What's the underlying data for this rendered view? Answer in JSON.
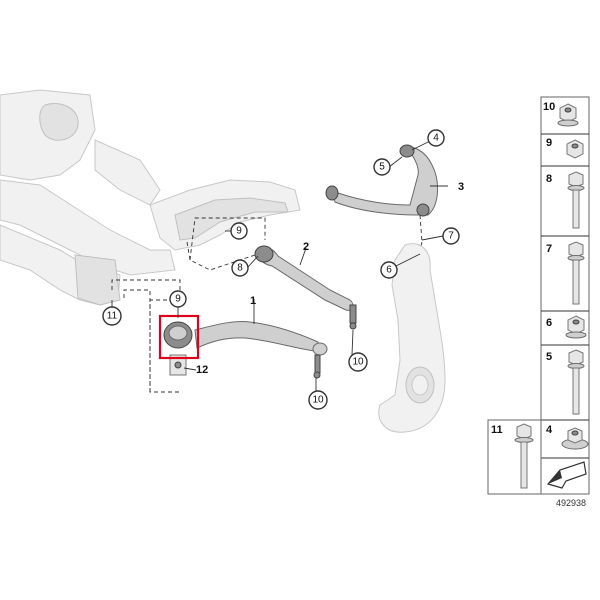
{
  "diagram": {
    "reference_number": "492938",
    "highlight_color": "#e0001b",
    "callouts": {
      "c1": "1",
      "c2": "2",
      "c3": "3",
      "c4": "4",
      "c5": "5",
      "c6": "6",
      "c7": "7",
      "c8": "8",
      "c9a": "9",
      "c9b": "9",
      "c10a": "10",
      "c10b": "10",
      "c11": "11",
      "c12": "12"
    },
    "parts_panel": {
      "cells": [
        {
          "label": "10",
          "icon": "nut-flange-icon"
        },
        {
          "label": "9",
          "icon": "nut-hex-icon"
        },
        {
          "label": "8",
          "icon": "bolt-long-icon"
        },
        {
          "label": "7",
          "icon": "bolt-long-icon"
        },
        {
          "label": "6",
          "icon": "nut-flange-icon"
        },
        {
          "label": "5",
          "icon": "bolt-long-icon"
        },
        {
          "label": "4",
          "icon": "washer-nut-icon"
        },
        {
          "label": "11",
          "icon": "bolt-long-icon"
        }
      ]
    }
  }
}
